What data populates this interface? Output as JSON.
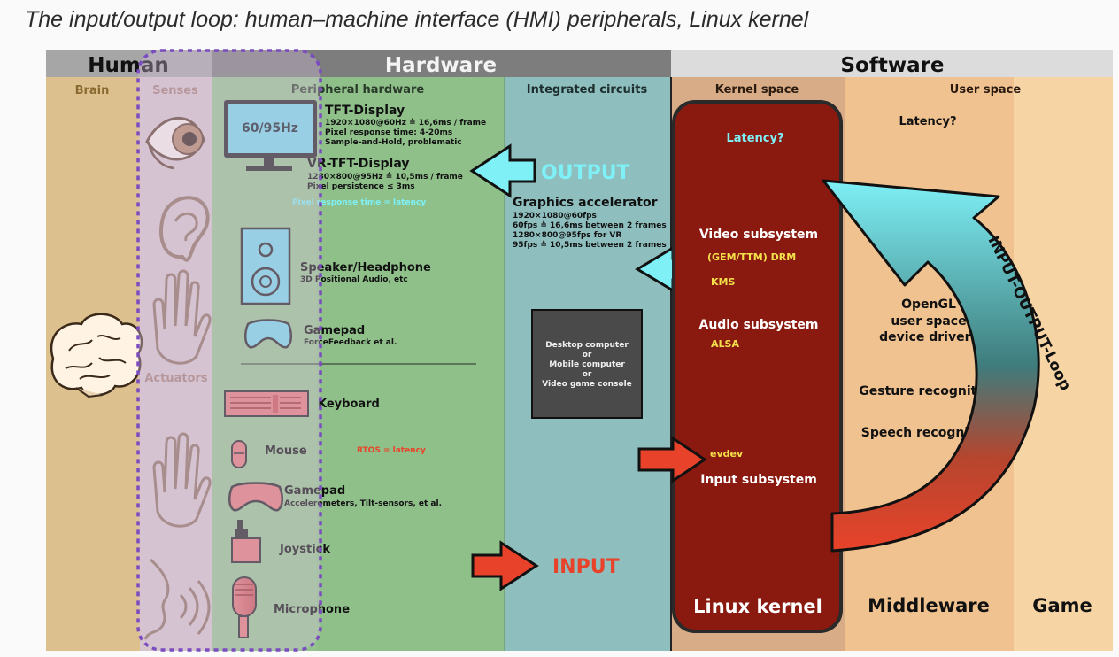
{
  "caption": "The input/output loop: human–machine interface (HMI) peripherals, Linux kernel",
  "headers": {
    "human": "Human",
    "hardware": "Hardware",
    "software": "Software"
  },
  "columns": {
    "brain": "Brain",
    "senses": "Senses",
    "actuators": "Actuators",
    "peripheral": "Peripheral hardware",
    "ic": "Integrated circuits",
    "kernel": "Kernel space",
    "user": "User space"
  },
  "display": {
    "badge": "60/95Hz",
    "tft_title": "TFT-Display",
    "tft_lines": [
      "1920×1080@60Hz ≙ 16,6ms / frame",
      "Pixel response time: 4-20ms",
      "Sample-and-Hold, problematic"
    ],
    "vr_title": "VR-TFT-Display",
    "vr_lines": [
      "1280×800@95Hz ≙ 10,5ms / frame",
      "Pixel persistence ≤ 3ms"
    ],
    "note": "Pixel response time = latency"
  },
  "output_label": "OUTPUT",
  "input_label": "INPUT",
  "gpu": {
    "title": "Graphics accelerator",
    "lines": [
      "1920×1080@60fps",
      "60fps ≙ 16,6ms between 2 frames",
      "1280×800@95fps for VR",
      "95fps ≙ 10,5ms between 2 frames"
    ]
  },
  "speaker": {
    "title": "Speaker/Headphone",
    "sub": "3D Positional Audio, etc"
  },
  "gamepad_out": {
    "title": "Gamepad",
    "sub": "ForceFeedback et al."
  },
  "computer_box": [
    "Desktop computer",
    "or",
    "Mobile computer",
    "or",
    "Video game console"
  ],
  "keyboard": "Keyboard",
  "mouse": "Mouse",
  "rtos": "RTOS = latency",
  "gamepad_in": {
    "title": "Gamepad",
    "sub": "Accelerometers, Tilt-sensors, et al."
  },
  "joystick": "Joystick",
  "microphone": "Microphone",
  "kernel": {
    "latency": "Latency?",
    "video": "Video subsystem",
    "drm": "(GEM/TTM) DRM",
    "kms": "KMS",
    "audio": "Audio subsystem",
    "alsa": "ALSA",
    "evdev": "evdev",
    "input": "Input subsystem",
    "footer": "Linux kernel"
  },
  "userspace": {
    "latency": "Latency?",
    "opengl": [
      "OpenGL",
      "user space",
      "device drivers"
    ],
    "gesture": "Gesture recognition",
    "speech": "Speech recognition",
    "middleware": "Middleware",
    "game": "Game"
  },
  "loop_label": "INPUT-OUTPUT-Loop",
  "colors": {
    "brain_col": "#dcc08e",
    "senses_col": "#d4c2c8",
    "peripheral_col": "#8fc08a",
    "ic_col": "#8ebebe",
    "kernel_col": "#d8ac86",
    "middleware_col": "#f0c290",
    "game_col": "#f6d4a4",
    "kernel_box": "#8a1a10",
    "cyan": "#7ef0f6",
    "red": "#e8432a",
    "purple_dash": "#7a4cc0"
  }
}
